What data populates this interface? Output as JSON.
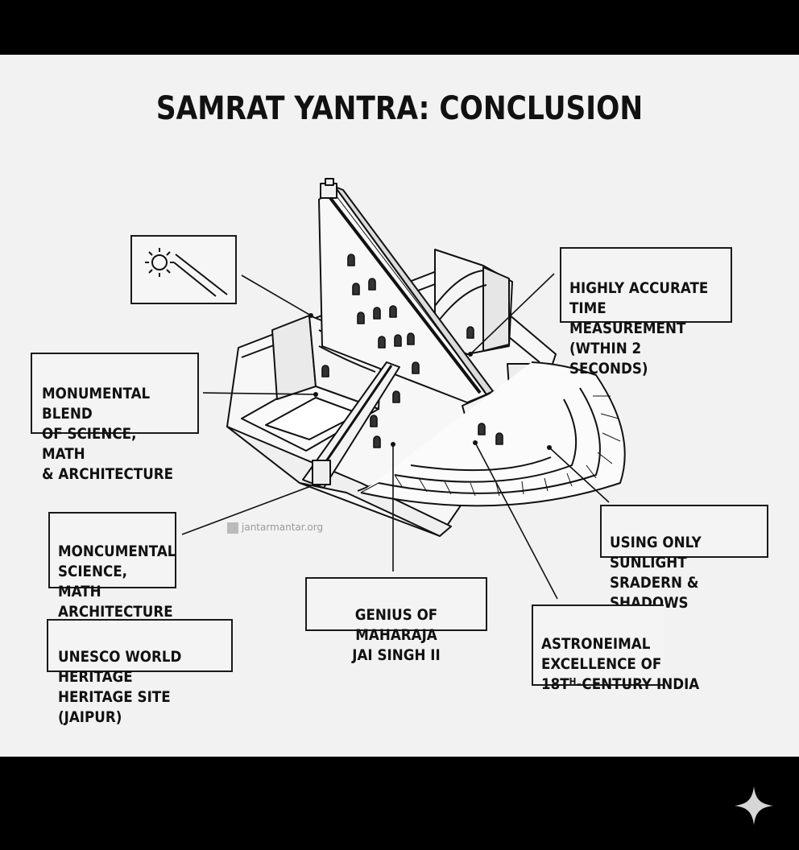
{
  "title": "SAMRAT YANTRA: CONCLUSION",
  "labels": {
    "accurate_time": "HIGHLY ACCURATE TIME\nMEASUREMENT\n(WTHIN 2 SECONDS)",
    "monumental_blend": "MONUMENTAL BLEND\nOF SCIENCE, MATH\n & ARCHITECTURE",
    "moncumental": "MONCUMENTAL\nSCIENCE, MATH\nARCHITECTURE",
    "sunlight": "USING ONLY SUNLIGHT\nSRADERN & SHADOWS",
    "genius": "GENIUS OF MAHARAJA\nJAI SINGH II",
    "unesco": "UNESCO WORLD HERITAGE\nHERITAGE SITE (JAIPUR)",
    "astronomical": "ASTRONEIMAL\nEXCELLENCE OF\n18Tᴴ-CENTURY INDIA"
  },
  "watermark": "jantarmantar.org",
  "icons": {
    "sun_ray": "sun-with-ray-icon",
    "sparkle": "sparkle-icon"
  },
  "colors": {
    "background": "#f2f2f2",
    "ink": "#111111",
    "frame": "#000000"
  }
}
